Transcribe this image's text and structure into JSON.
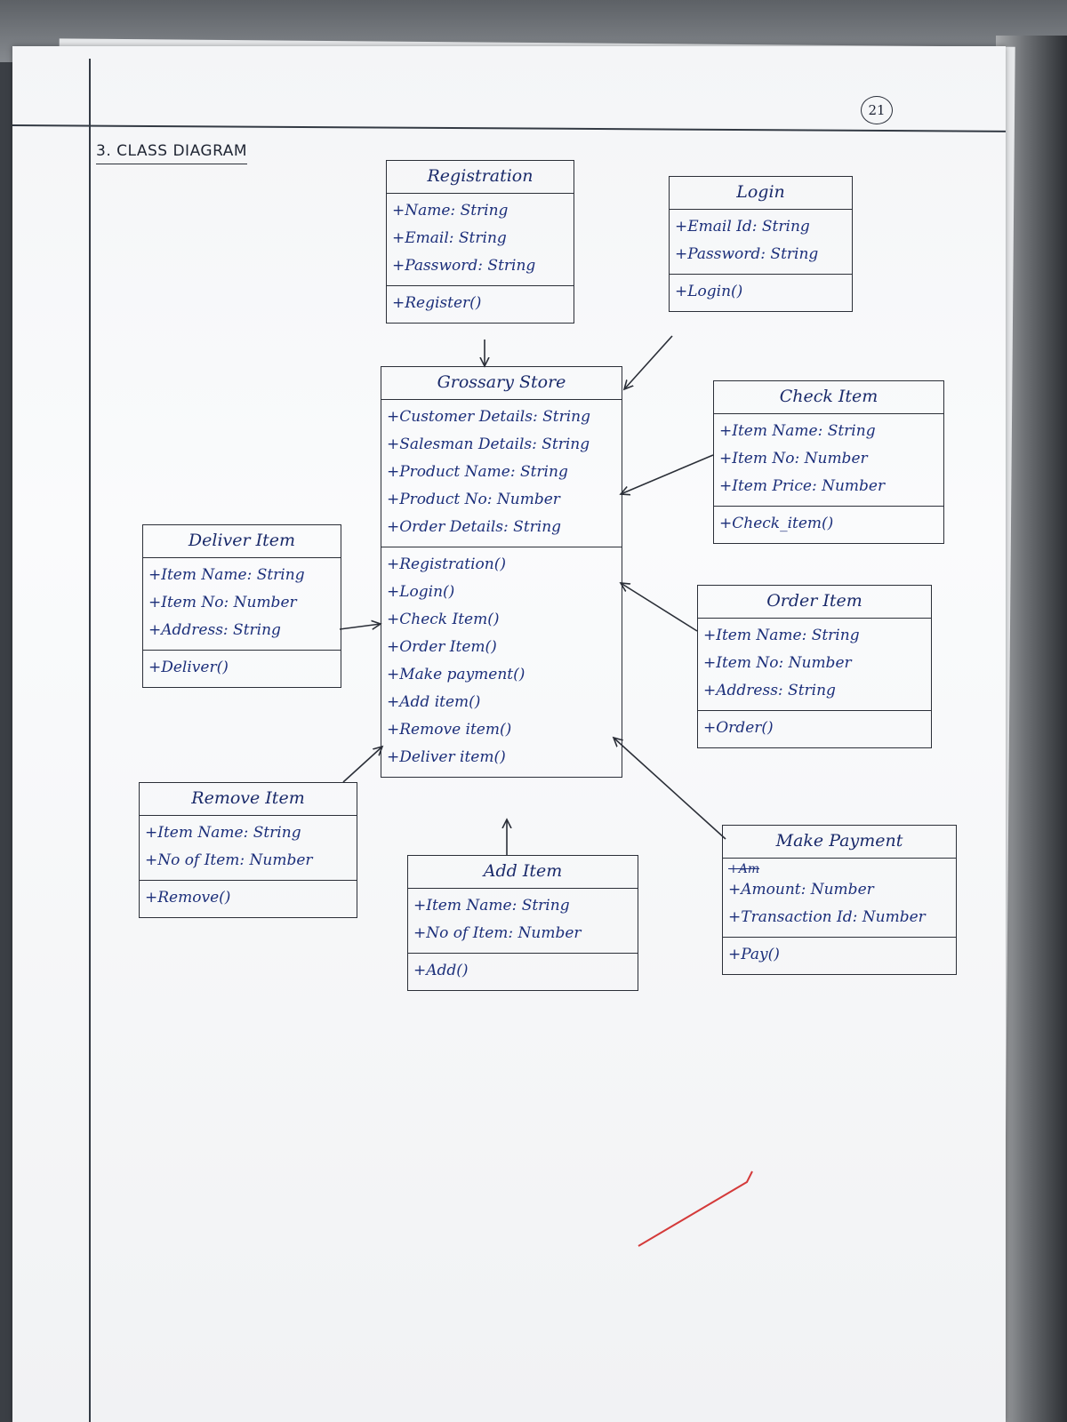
{
  "page": {
    "number": "21",
    "heading": "3. CLASS DIAGRAM"
  },
  "classes": {
    "registration": {
      "name": "Registration",
      "attributes": [
        "+Name: String",
        "+Email: String",
        "+Password: String"
      ],
      "operations": [
        "+Register()"
      ]
    },
    "login": {
      "name": "Login",
      "attributes": [
        "+Email Id: String",
        "+Password: String"
      ],
      "operations": [
        "+Login()"
      ]
    },
    "store": {
      "name": "Grossary Store",
      "attributes": [
        "+Customer Details: String",
        "+Salesman Details: String",
        "+Product Name: String",
        "+Product No: Number",
        "+Order Details: String"
      ],
      "operations": [
        "+Registration()",
        "+Login()",
        "+Check Item()",
        "+Order Item()",
        "+Make payment()",
        "+Add item()",
        "+Remove item()",
        "+Deliver item()"
      ]
    },
    "check_item": {
      "name": "Check Item",
      "attributes": [
        "+Item Name: String",
        "+Item No: Number",
        "+Item Price: Number"
      ],
      "operations": [
        "+Check_item()"
      ]
    },
    "deliver_item": {
      "name": "Deliver Item",
      "attributes": [
        "+Item Name: String",
        "+Item No: Number",
        "+Address: String"
      ],
      "operations": [
        "+Deliver()"
      ]
    },
    "order_item": {
      "name": "Order Item",
      "attributes": [
        "+Item Name: String",
        "+Item No: Number",
        "+Address: String"
      ],
      "operations": [
        "+Order()"
      ]
    },
    "remove_item": {
      "name": "Remove Item",
      "attributes": [
        "+Item Name: String",
        "+No of Item: Number"
      ],
      "operations": [
        "+Remove()"
      ]
    },
    "add_item": {
      "name": "Add Item",
      "attributes": [
        "+Item Name: String",
        "+No of Item: Number"
      ],
      "operations": [
        "+Add()"
      ]
    },
    "make_payment": {
      "name": "Make Payment",
      "scribble": "+Am",
      "attributes": [
        "+Amount: Number",
        "+Transaction Id: Number"
      ],
      "operations": [
        "+Pay()"
      ]
    }
  },
  "colors": {
    "ink": "#1c2f7a",
    "pencil": "#2b2f38",
    "tick": "#d43a3a"
  }
}
